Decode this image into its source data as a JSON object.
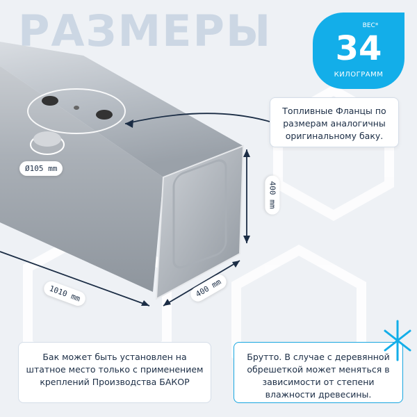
{
  "title": "РАЗМЕРЫ",
  "weight": {
    "label": "ВЕС*",
    "value": "34",
    "unit": "КИЛОГРАММ"
  },
  "notes": {
    "flanges": "Топливные Фланцы по размерам аналогичны оригинальному баку.",
    "install": "Бак может быть установлен на штатное место только с применением креплений Производства БАКОР",
    "gross": "Брутто. В случае с деревянной обрешеткой может меняться в зависимости от степени влажности древесины."
  },
  "dimensions": {
    "flange": "Ø105 mm",
    "height": "400 mm",
    "length": "1010 mm",
    "width": "400 mm"
  },
  "colors": {
    "accent": "#13aee9",
    "title": "#ccd7e4",
    "text": "#1b2d45",
    "background": "#eef1f5"
  }
}
